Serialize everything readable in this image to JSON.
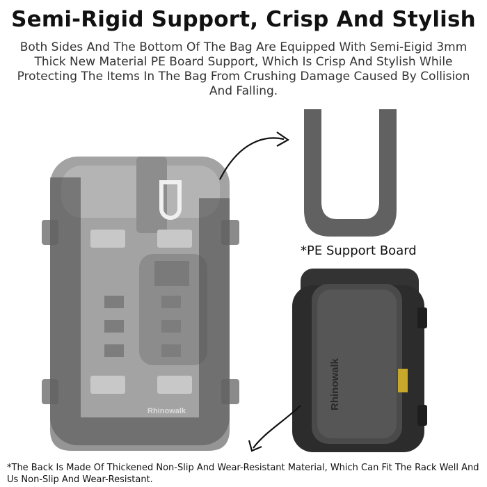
{
  "title": "Semi-Rigid Support, Crisp And Stylish",
  "description": "Both Sides And The Bottom Of The Bag Are Equipped With Semi-Eigid 3mm Thick New Material PE Board Support, Which Is Crisp And Stylish While Protecting The Items In The Bag From Crushing Damage Caused By Collision And Falling.",
  "pe_label": "*PE Support Board",
  "footer": "*The Back Is Made Of Thickened Non-Slip And Wear-Resistant Material, Which Can Fit The Rack Well And Us Non-Slip And Wear-Resistant.",
  "brand_text": "Rhinowalk",
  "colors": {
    "board": "#5f5f5f",
    "bag_ghost": "#9a9a9a",
    "bag_dark": "#2b2b2b"
  }
}
